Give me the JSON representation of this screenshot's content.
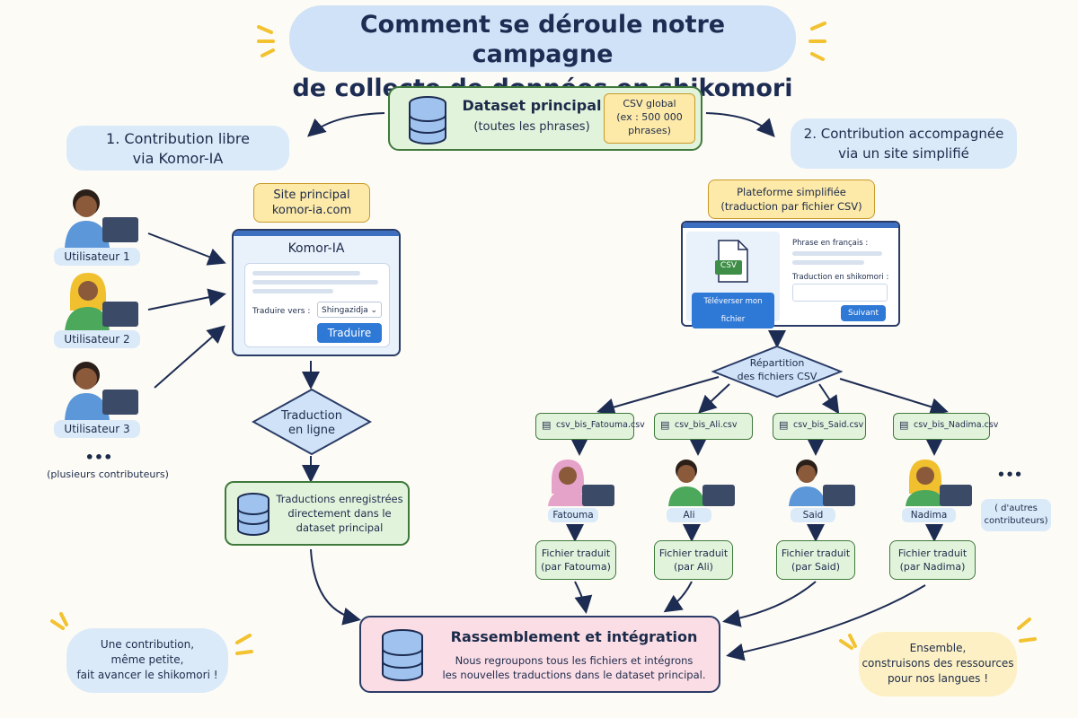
{
  "title": {
    "line1": "Comment se déroule notre campagne",
    "line2": "de collecte de données en shikomori ?"
  },
  "dataset": {
    "title": "Dataset principal",
    "subtitle": "(toutes les phrases)",
    "csv_line1": "CSV global",
    "csv_line2": "(ex : 500 000",
    "csv_line3": "phrases)"
  },
  "left": {
    "heading_line1": "1.  Contribution libre",
    "heading_line2": "via Komor-IA",
    "users": [
      "Utilisateur 1",
      "Utilisateur 2",
      "Utilisateur 3"
    ],
    "more_dots": "•••",
    "more_label": "(plusieurs contributeurs)",
    "site_line1": "Site principal",
    "site_line2": "komor-ia.com",
    "app_title": "Komor-IA",
    "translate_to_label": "Traduire vers :",
    "language_value": "Shingazidja",
    "translate_button": "Traduire",
    "online_line1": "Traduction",
    "online_line2": "en ligne",
    "saved_line1": "Traductions enregistrées",
    "saved_line2": "directement dans le",
    "saved_line3": "dataset principal"
  },
  "right": {
    "heading_line1": "2.  Contribution accompagnée",
    "heading_line2": "via un site simplifié",
    "platform_line1": "Plateforme simplifiée",
    "platform_line2": "(traduction par fichier CSV)",
    "csv_badge": "CSV",
    "upload_button": "Téléverser mon fichier",
    "phrase_label": "Phrase en français :",
    "translation_label": "Traduction en shikomori :",
    "next_button": "Suivant",
    "split_line1": "Répartition",
    "split_line2": "des fichiers CSV",
    "files": [
      {
        "file": "csv_bis_Fatouma.csv",
        "name": "Fatouma",
        "out1": "Fichier traduit",
        "out2": "(par Fatouma)"
      },
      {
        "file": "csv_bis_Ali.csv",
        "name": "Ali",
        "out1": "Fichier traduit",
        "out2": "(par Ali)"
      },
      {
        "file": "csv_bis_Said.csv",
        "name": "Said",
        "out1": "Fichier traduit",
        "out2": "(par Said)"
      },
      {
        "file": "csv_bis_Nadima.csv",
        "name": "Nadima",
        "out1": "Fichier traduit",
        "out2": "(par Nadima)"
      }
    ],
    "more_dots": "•••",
    "more_line1": "( d'autres",
    "more_line2": "contributeurs)"
  },
  "merge": {
    "title": "Rassemblement et intégration",
    "line1": "Nous regroupons tous les fichiers et intégrons",
    "line2": "les nouvelles traductions dans le dataset principal."
  },
  "quote_left": {
    "line1": "Une contribution,",
    "line2": "même petite,",
    "line3": "fait avancer le shikomori !"
  },
  "quote_right": {
    "line1": "Ensemble,",
    "line2": "construisons des ressources",
    "line3": "pour nos langues !"
  },
  "colors": {
    "accent_blue": "#2e78d6",
    "green_fill": "#e2f3dc",
    "yellow_fill": "#fde9a8",
    "blue_fill": "#dbeaf9",
    "pink_fill": "#fbdde6",
    "sparkle": "#f2c230"
  }
}
